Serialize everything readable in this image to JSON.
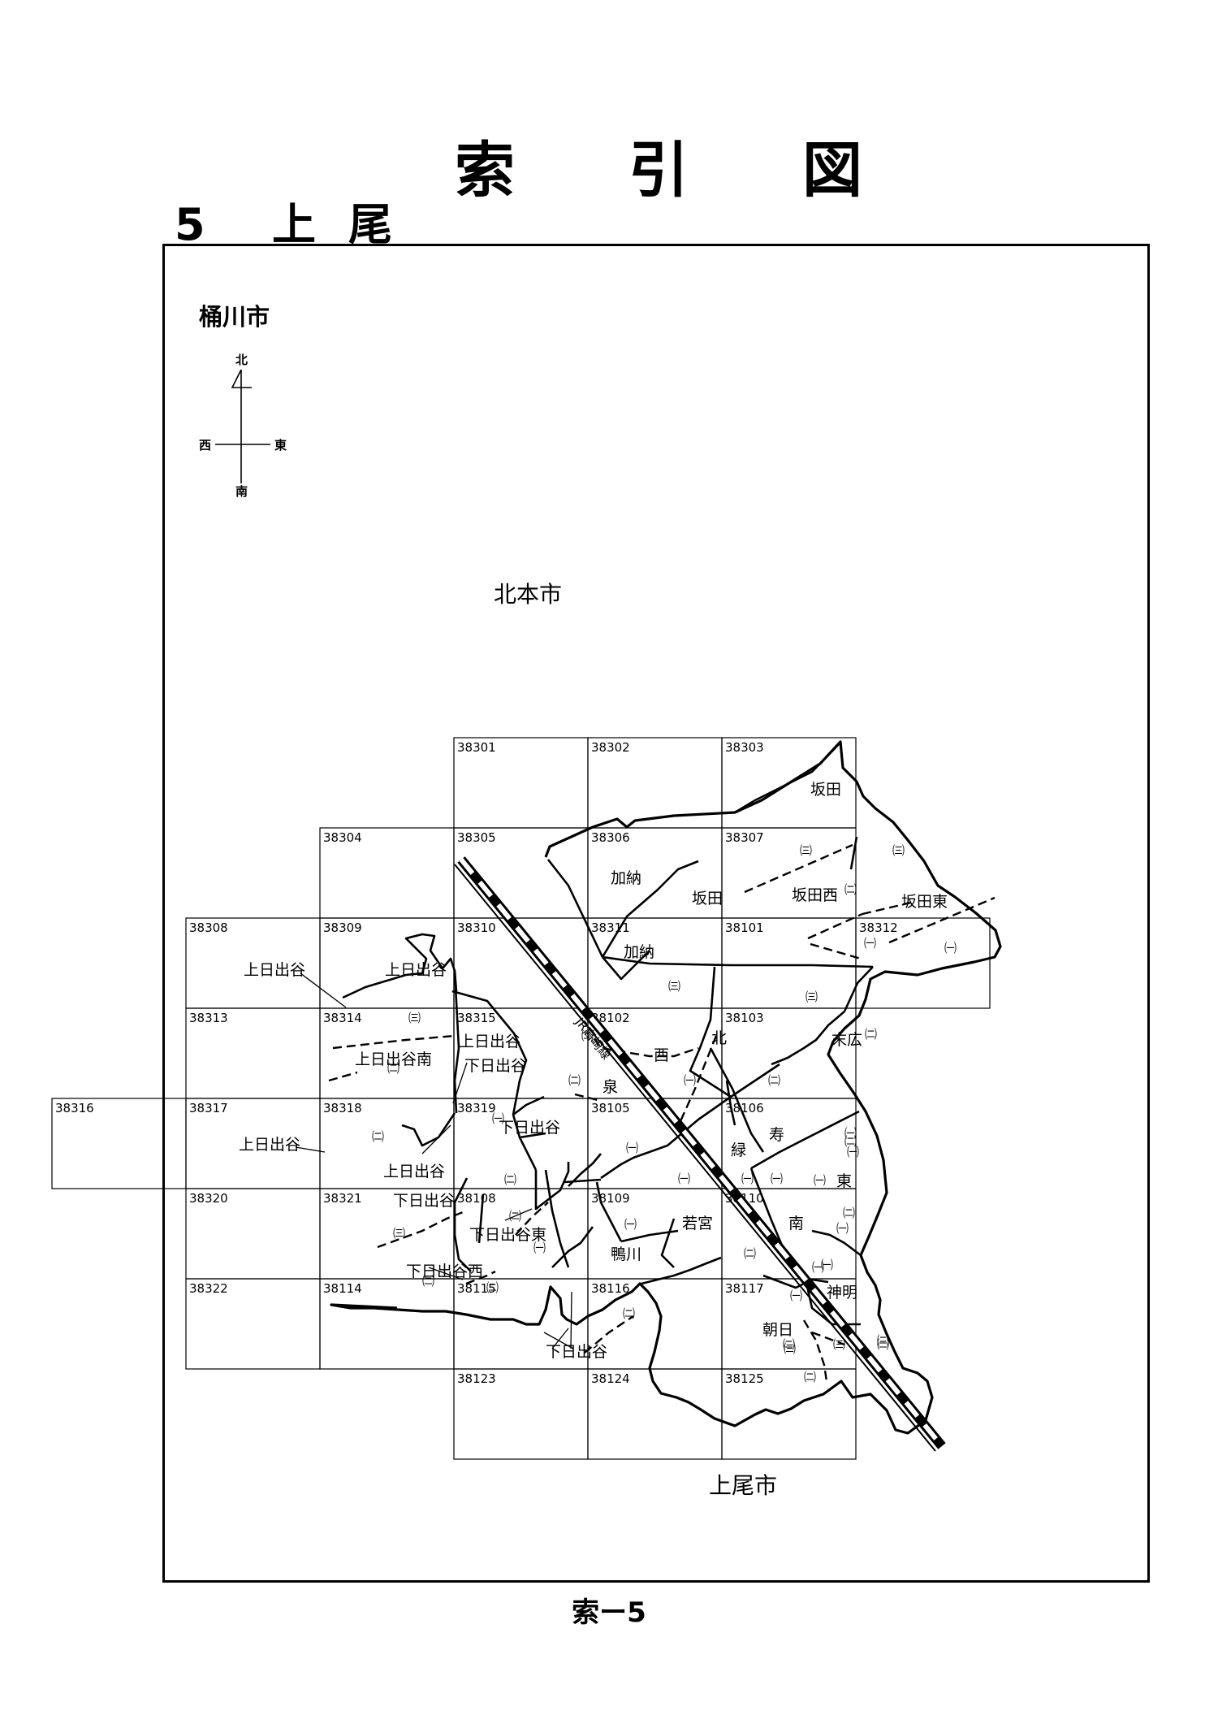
{
  "title": "索引図",
  "section": {
    "number": "5",
    "name": "上尾"
  },
  "compass": {
    "north": "北",
    "south": "南",
    "east": "東",
    "west": "西"
  },
  "neighbors": {
    "northwest": "桶川市",
    "north": "北本市",
    "south": "上尾市"
  },
  "railway_label": "JR高崎線",
  "sheets": [
    {
      "id": "38301"
    },
    {
      "id": "38302"
    },
    {
      "id": "38303"
    },
    {
      "id": "38304"
    },
    {
      "id": "38305"
    },
    {
      "id": "38306"
    },
    {
      "id": "38307"
    },
    {
      "id": "38308"
    },
    {
      "id": "38309"
    },
    {
      "id": "38310"
    },
    {
      "id": "38311"
    },
    {
      "id": "38101"
    },
    {
      "id": "38312"
    },
    {
      "id": "38313"
    },
    {
      "id": "38314"
    },
    {
      "id": "38315"
    },
    {
      "id": "38102"
    },
    {
      "id": "38103"
    },
    {
      "id": "38316"
    },
    {
      "id": "38317"
    },
    {
      "id": "38318"
    },
    {
      "id": "38319"
    },
    {
      "id": "38105"
    },
    {
      "id": "38106"
    },
    {
      "id": "38320"
    },
    {
      "id": "38321"
    },
    {
      "id": "38108"
    },
    {
      "id": "38109"
    },
    {
      "id": "38110"
    },
    {
      "id": "38322"
    },
    {
      "id": "38114"
    },
    {
      "id": "38115"
    },
    {
      "id": "38116"
    },
    {
      "id": "38117"
    },
    {
      "id": "38123"
    },
    {
      "id": "38124"
    },
    {
      "id": "38125"
    }
  ],
  "place_labels": [
    "坂田",
    "加納",
    "坂田",
    "坂田西",
    "坂田東",
    "加納",
    "上日出谷",
    "上日出谷",
    "上日出谷",
    "上日出谷南",
    "下日出谷",
    "上日出谷",
    "下日出谷",
    "上日出谷",
    "下日出谷",
    "下日出谷東",
    "下日出谷西",
    "下日出谷",
    "西",
    "北",
    "泉",
    "末広",
    "寿",
    "東",
    "緑",
    "若宮",
    "南",
    "鴨川",
    "神明",
    "朝日"
  ],
  "ward_labels": [
    "㈢",
    "㈢",
    "㈡",
    "㈢",
    "㈡",
    "㈠",
    "㈠",
    "㈡",
    "㈢",
    "㈢",
    "㈡",
    "㈡",
    "㈠",
    "㈡",
    "㈡",
    "㈡",
    "㈠",
    "㈡",
    "㈠",
    "㈠",
    "㈠",
    "㈠",
    "㈢",
    "㈠",
    "㈠",
    "㈠",
    "㈡",
    "㈡",
    "㈠",
    "㈡",
    "㈠",
    "㈡",
    "㈡",
    "㈠",
    "㈢",
    "㈡",
    "㈡",
    "㈠",
    "㈠",
    "㈡",
    "㈠",
    "㈢",
    "㈡",
    "㈡"
  ],
  "footer": "索ー5"
}
